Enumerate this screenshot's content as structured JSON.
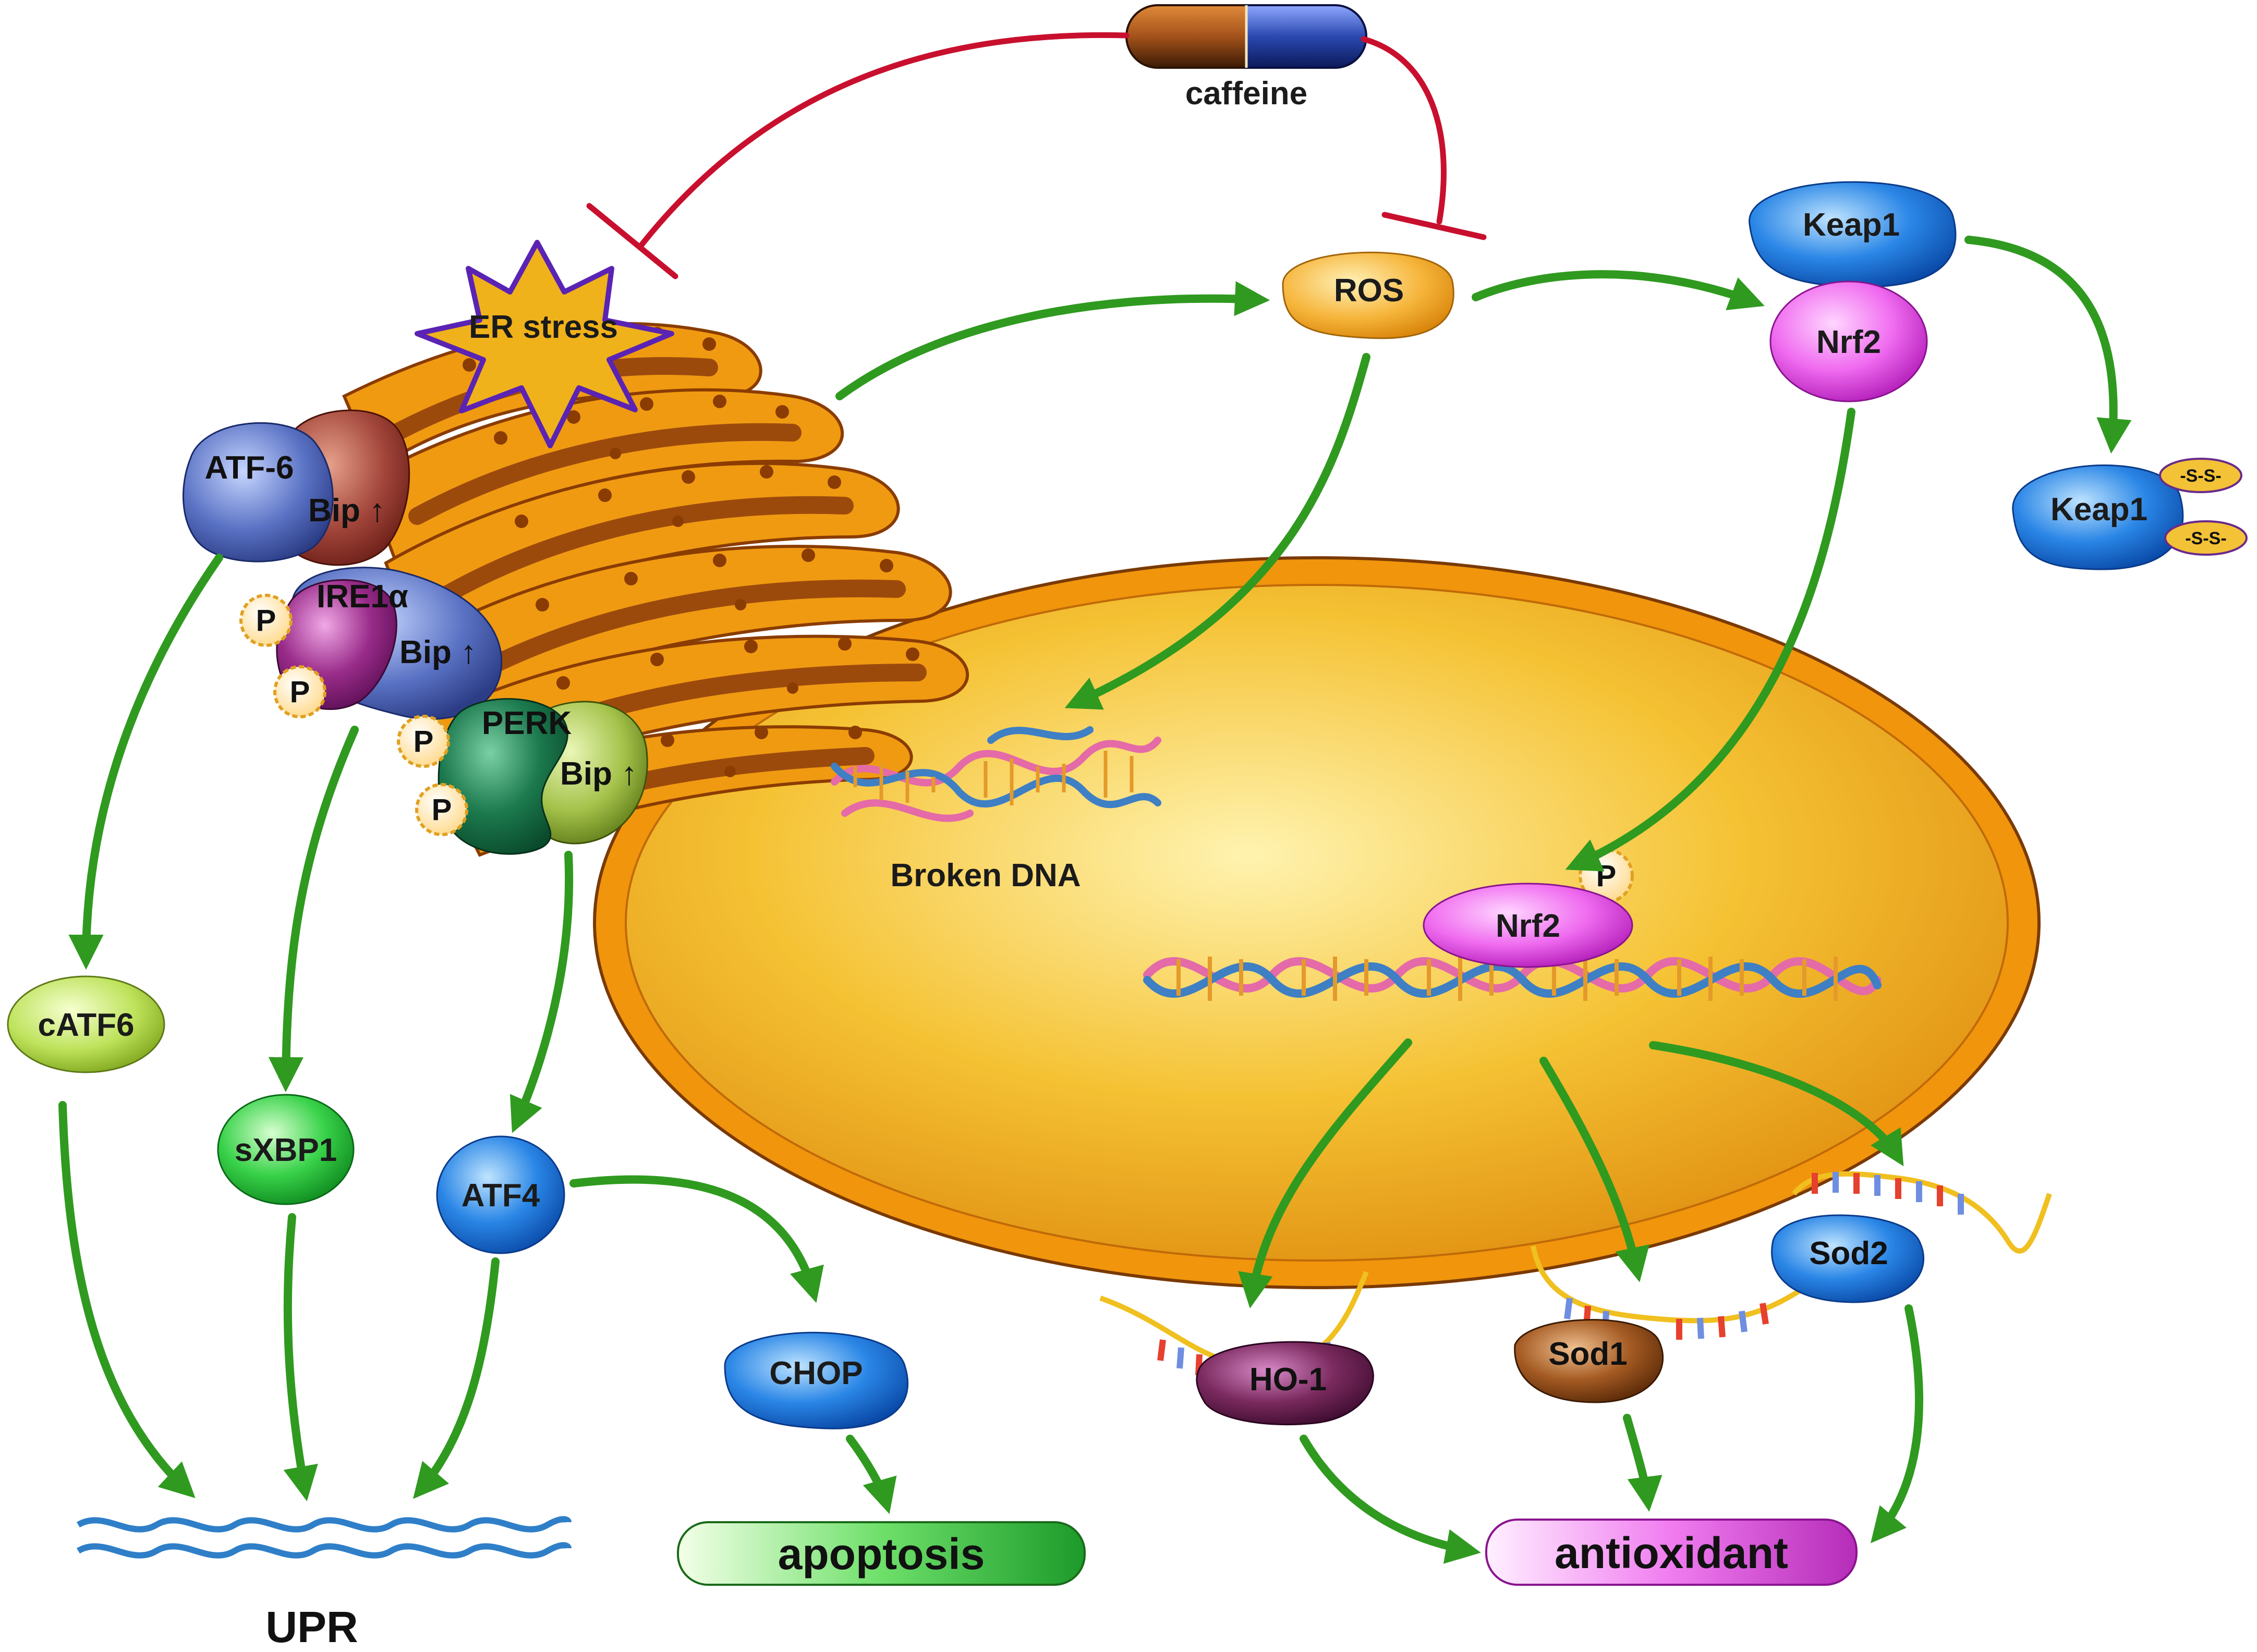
{
  "drug": {
    "label": "caffeine"
  },
  "nodes": {
    "er_stress": "ER stress",
    "ros": "ROS",
    "keap1": "Keap1",
    "nrf2": "Nrf2",
    "keap1_ox": "Keap1",
    "ss_top": "-S-S-",
    "ss_bottom": "-S-S-",
    "atf6": "ATF-6",
    "bip_atf6": "Bip ↑",
    "ire1a": "IRE1α",
    "bip_ire1a": "Bip ↑",
    "perk": "PERK",
    "bip_perk": "Bip ↑",
    "p": "P",
    "broken_dna": "Broken DNA",
    "nrf2_nuclear": "Nrf2",
    "catf6": "cATF6",
    "sxbp1": "sXBP1",
    "atf4": "ATF4",
    "chop": "CHOP",
    "ho1": "HO-1",
    "sod1": "Sod1",
    "sod2": "Sod2"
  },
  "outcomes": {
    "upr": "UPR",
    "apoptosis": "apoptosis",
    "antioxidant": "antioxidant"
  },
  "colors": {
    "activation": "#2f9a1f",
    "inhibition": "#c8102e",
    "er": "#f09a12",
    "nucleus": "#f2b321"
  }
}
